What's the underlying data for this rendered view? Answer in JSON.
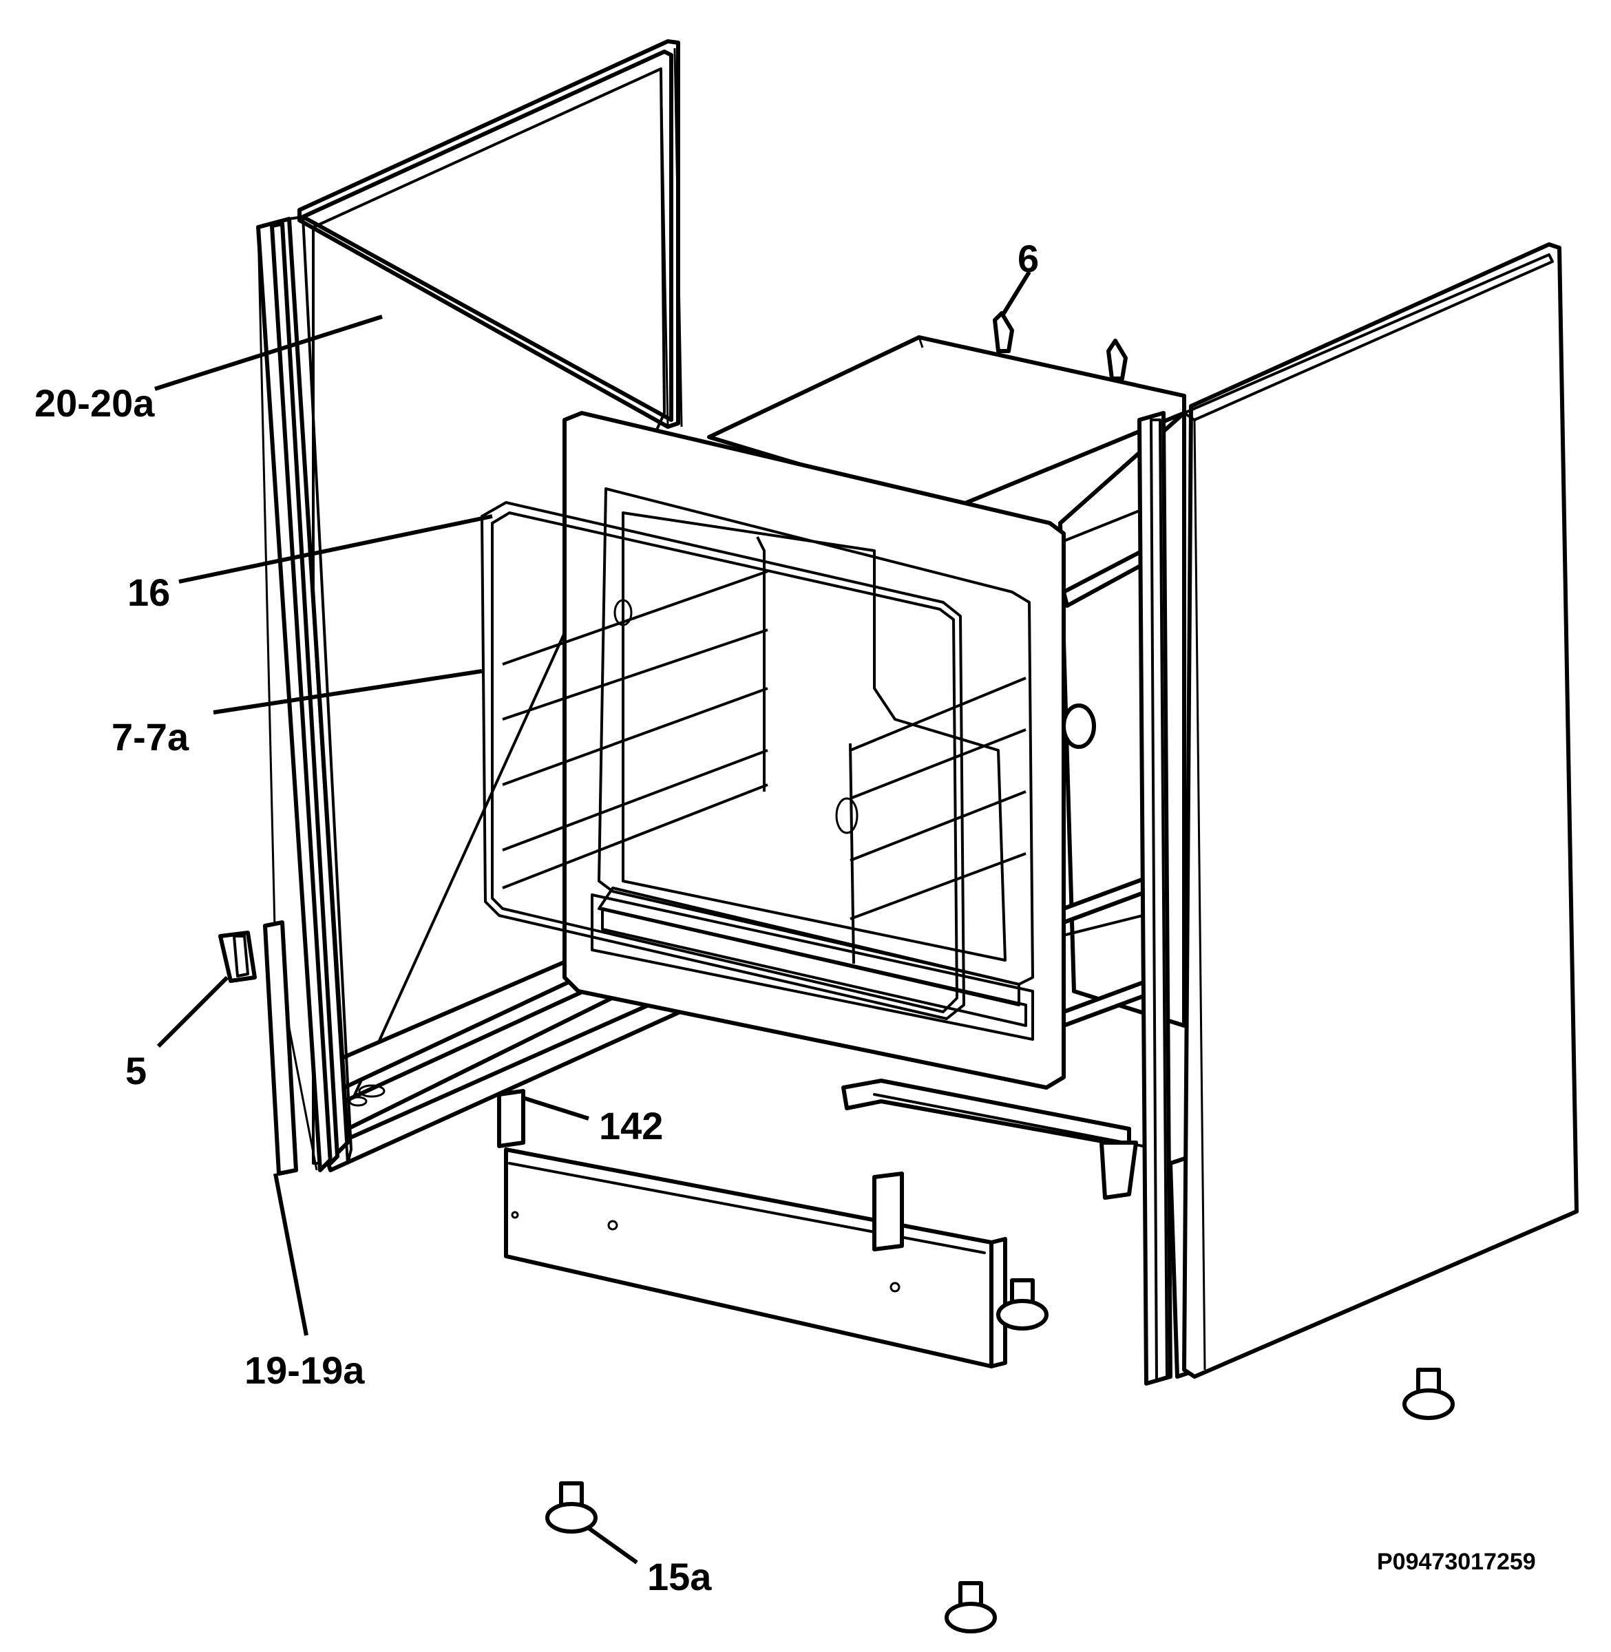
{
  "callouts": {
    "c20": "20-20a",
    "c6": "6",
    "c16": "16",
    "c7": "7-7a",
    "c5": "5",
    "c142": "142",
    "c19": "19-19a",
    "c15": "15a"
  },
  "drawing_code": "P09473017259"
}
